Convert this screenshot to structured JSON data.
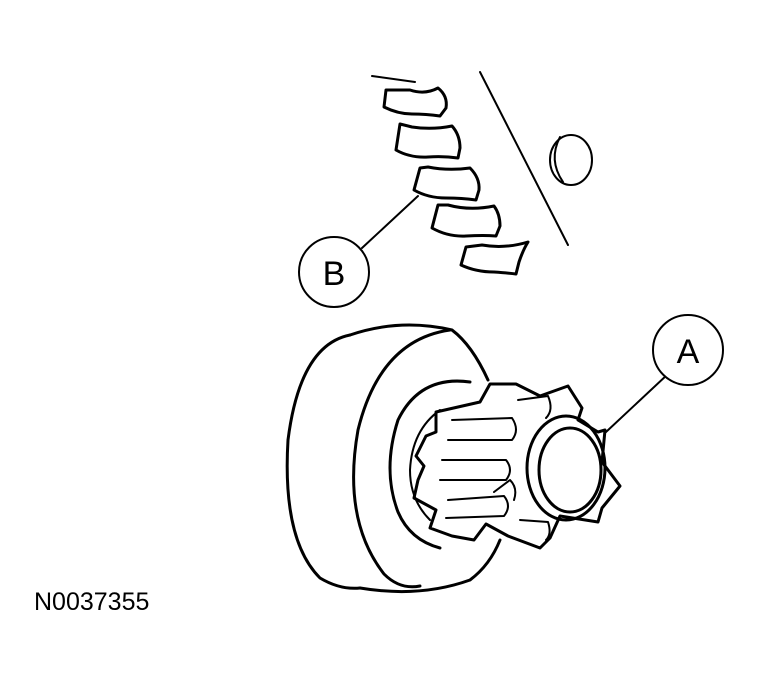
{
  "callouts": {
    "a": "A",
    "b": "B"
  },
  "figure_id": "N0037355",
  "ink_color": "#000000",
  "background_color": "#ffffff"
}
